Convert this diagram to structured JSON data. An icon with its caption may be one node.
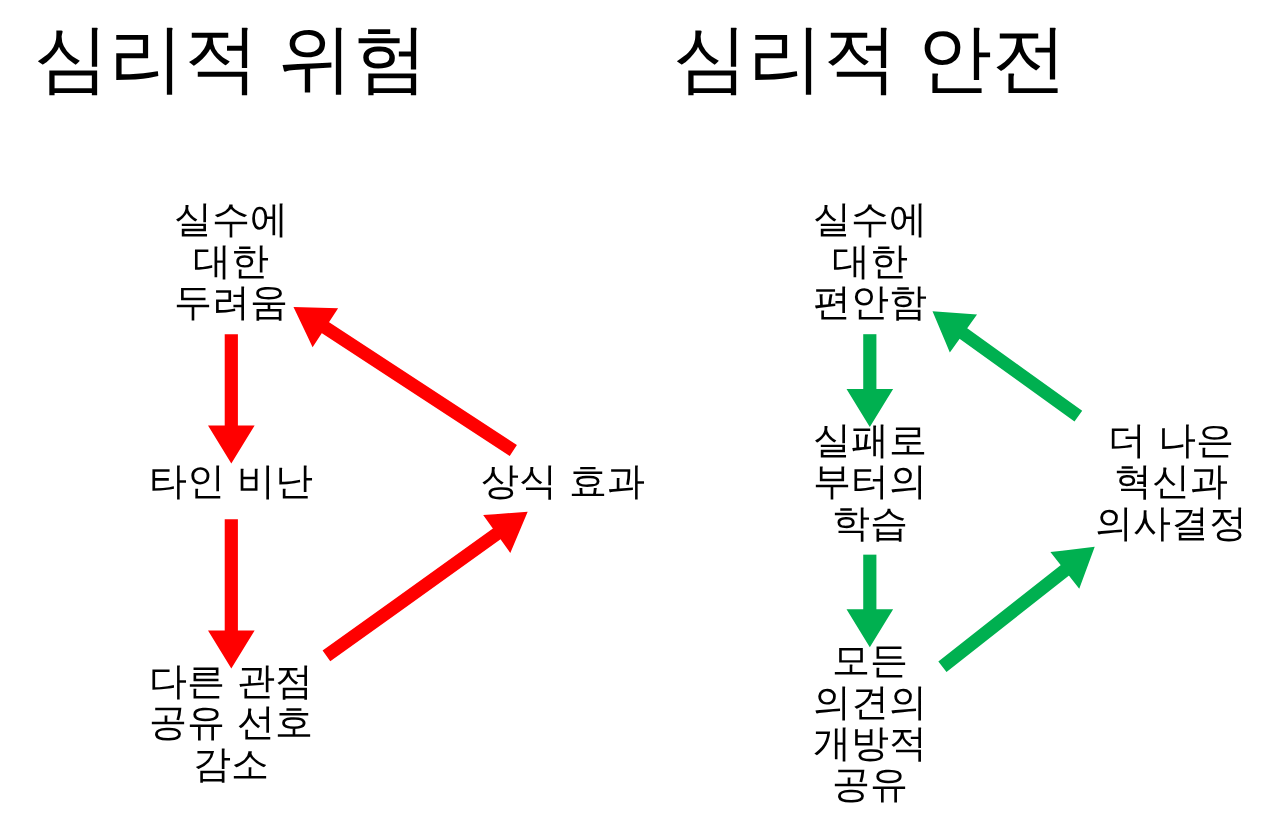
{
  "diagram": {
    "nodes": [
      {
        "text": [
          "실수에 대한 두려움"
        ]
      },
      {
        "text": [
          "타인 비난"
        ]
      },
      {
        "text": [
          "다른 관점 공유 선호 감소"
        ]
      },
      {
        "text": [
          "상식 효과"
        ]
      },
      {
        "text": [
          "실수에 대한 편안함"
        ]
      },
      {
        "text": [
          "실패로 부터의 학습"
        ]
      },
      {
        "text": [
          "모든 의견의 개방적 공유"
        ]
      },
      {
        "text": [
          "더 나은 혁신과 의사결정"
        ]
      }
    ],
    "edges": [
      {
        "from": 0,
        "to": 1,
        "arrow": "to",
        "color": "#ff0000"
      },
      {
        "from": 1,
        "to": 2,
        "arrow": "to",
        "color": "#ff0000"
      },
      {
        "from": 2,
        "to": 3,
        "arrow": "to",
        "color": "#ff0000"
      },
      {
        "from": 3,
        "to": 0,
        "arrow": "to",
        "color": "#ff0000"
      },
      {
        "from": 4,
        "to": 5,
        "arrow": "to",
        "color": "#00b050"
      },
      {
        "from": 5,
        "to": 6,
        "arrow": "to",
        "color": "#00b050"
      },
      {
        "from": 6,
        "to": 7,
        "arrow": "to",
        "color": "#00b050"
      },
      {
        "from": 7,
        "to": 4,
        "arrow": "to",
        "color": "#00b050"
      }
    ],
    "labels": [
      "심리적 위험",
      "심리적 안전"
    ]
  }
}
